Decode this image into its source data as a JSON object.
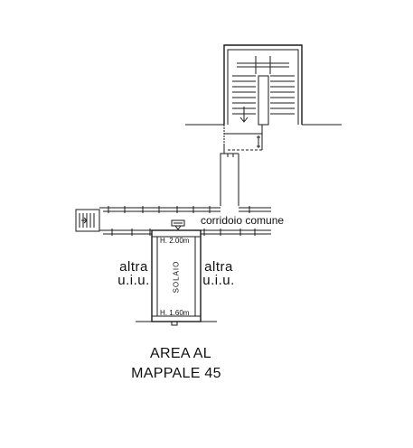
{
  "labels": {
    "corridor": "corridoio comune",
    "left_unit_line1": "altra",
    "left_unit_line2": "u.i.u.",
    "right_unit_line1": "altra",
    "right_unit_line2": "u.i.u.",
    "height_top": "H. 2.00m",
    "height_bottom": "H. 1.60m",
    "room": "SOLAIO",
    "caption_line1": "AREA AL",
    "caption_line2": "MAPPALE 45"
  },
  "colors": {
    "line": "#1a1a1a",
    "background": "#ffffff"
  }
}
